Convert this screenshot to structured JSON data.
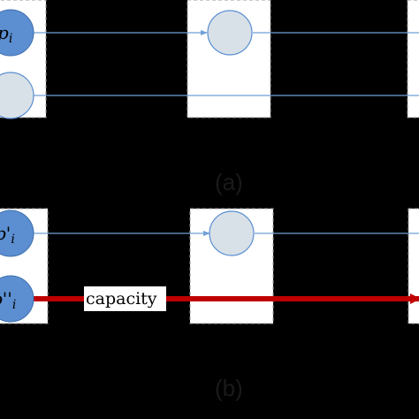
{
  "colors": {
    "background": "#000000",
    "panel": "#ffffff",
    "panel_border": "#9a9a9a",
    "node_blue": "#5b8fd1",
    "node_grey": "#d9e1e8",
    "thin_line": "#6f9fd8",
    "capacity_line": "#c00000"
  },
  "diagram_a": {
    "caption": "(a)",
    "row1_label": "p",
    "row1_sub": "i",
    "row2_label": ""
  },
  "diagram_b": {
    "caption": "(b)",
    "row1_label": "p'",
    "row1_sub": "i",
    "row2_label": "p''",
    "row2_sub": "i",
    "capacity_label": "capacity"
  }
}
